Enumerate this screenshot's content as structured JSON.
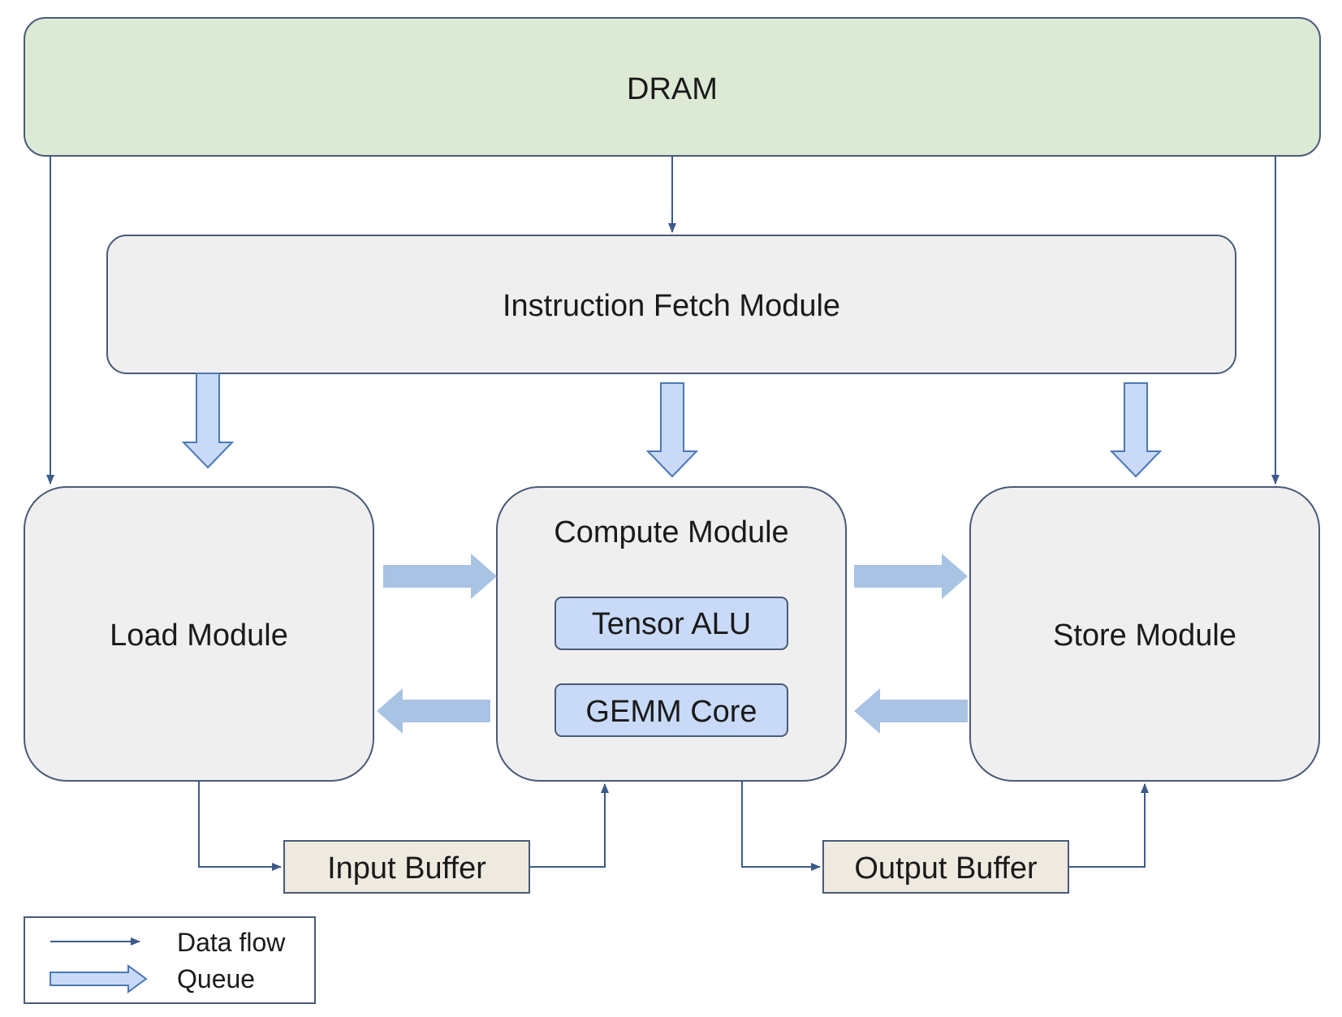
{
  "diagram": {
    "nodes": {
      "dram": "DRAM",
      "instruction_fetch": "Instruction Fetch Module",
      "load": "Load Module",
      "compute": "Compute Module",
      "tensor_alu": "Tensor ALU",
      "gemm_core": "GEMM Core",
      "store": "Store Module",
      "input_buffer": "Input Buffer",
      "output_buffer": "Output Buffer"
    },
    "legend": {
      "data_flow": "Data flow",
      "queue": "Queue"
    },
    "colors": {
      "dram_fill": "#dce9d5",
      "module_fill": "#efefef",
      "buffer_fill": "#efeae0",
      "inner_fill": "#c9daf8",
      "stroke": "#4a5a78",
      "queue_fill": "#a8c3e4",
      "queue_fill_light": "#c9daf8",
      "arrow": "#3d5a8a"
    }
  }
}
